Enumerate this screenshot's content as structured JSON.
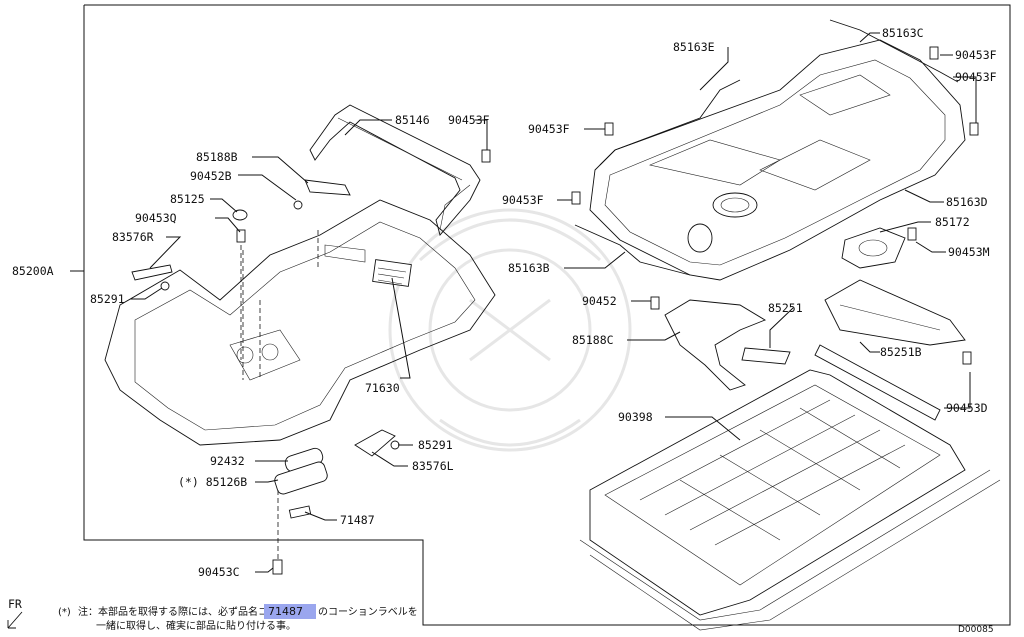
{
  "diagram": {
    "page_code": "D00085",
    "direction_label": "FR",
    "parts": [
      {
        "id": "p85146",
        "code": "85146"
      },
      {
        "id": "p90453F_a",
        "code": "90453F"
      },
      {
        "id": "p85188B",
        "code": "85188B"
      },
      {
        "id": "p90452B",
        "code": "90452B"
      },
      {
        "id": "p85125",
        "code": "85125"
      },
      {
        "id": "p90453Q",
        "code": "90453Q"
      },
      {
        "id": "p83576R",
        "code": "83576R"
      },
      {
        "id": "p85200A",
        "code": "85200A"
      },
      {
        "id": "p85291_a",
        "code": "85291"
      },
      {
        "id": "p71630",
        "code": "71630"
      },
      {
        "id": "p85291_b",
        "code": "85291"
      },
      {
        "id": "p92432",
        "code": "92432"
      },
      {
        "id": "p83576L",
        "code": "83576L"
      },
      {
        "id": "p85126B",
        "code": "(*) 85126B"
      },
      {
        "id": "p71487",
        "code": "71487"
      },
      {
        "id": "p90453C",
        "code": "90453C"
      },
      {
        "id": "p85163E",
        "code": "85163E"
      },
      {
        "id": "p85163C",
        "code": "85163C"
      },
      {
        "id": "p90453F_b",
        "code": "90453F"
      },
      {
        "id": "p90453F_c",
        "code": "90453F"
      },
      {
        "id": "p90453F_d",
        "code": "90453F"
      },
      {
        "id": "p90453F_e",
        "code": "90453F"
      },
      {
        "id": "p85163D",
        "code": "85163D"
      },
      {
        "id": "p85172",
        "code": "85172"
      },
      {
        "id": "p90453M",
        "code": "90453M"
      },
      {
        "id": "p85163B",
        "code": "85163B"
      },
      {
        "id": "p90452",
        "code": "90452"
      },
      {
        "id": "p85251",
        "code": "85251"
      },
      {
        "id": "p85188C",
        "code": "85188C"
      },
      {
        "id": "p85251B",
        "code": "85251B"
      },
      {
        "id": "p90453D",
        "code": "90453D"
      },
      {
        "id": "p90398",
        "code": "90398"
      }
    ],
    "footnote": {
      "marker": "(*)",
      "line1_prefix": "注：本部品を取得する際には、必ず品名コード",
      "highlight_code": "71487",
      "line1_suffix": "のコーションラベルを",
      "line2": "一緒に取得し、確実に部品に貼り付ける事。",
      "highlight_color": "#9aa6ee"
    }
  }
}
